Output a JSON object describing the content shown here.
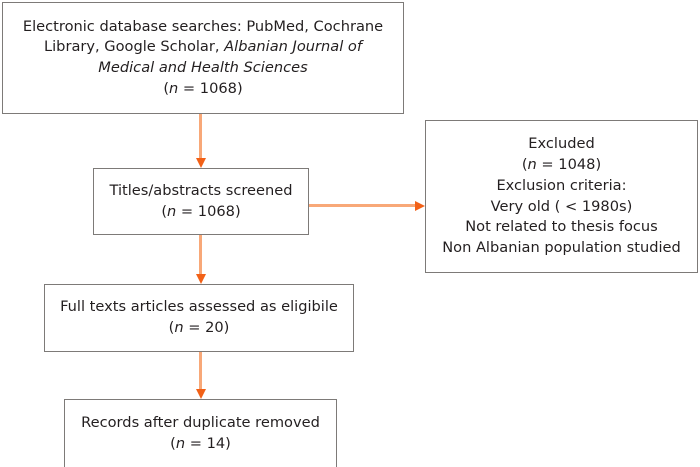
{
  "diagram": {
    "type": "prisma-flow-diagram",
    "colors": {
      "box_border": "#7d7a78",
      "background": "#ffffff",
      "text": "#231f20",
      "arrow_shaft": "#f8a878",
      "arrow_head": "#f26117"
    },
    "nodes": {
      "sources": {
        "id": "sources",
        "lines": [
          "Electronic database searches: PubMed, Cochrane",
          "Library, Google Scholar, ",
          "Albanian Journal of",
          "Medical and Health Sciences",
          "(n = 1068)"
        ],
        "line1": "Electronic database searches: PubMed, Cochrane",
        "line2_plain": "Library, Google Scholar, ",
        "line2_italic": "Albanian Journal of",
        "line3_italic": "Medical and Health Sciences",
        "count_open": "(",
        "count_var": "n",
        "count_rest": " = 1068)",
        "count_label": "(n = 1068)",
        "n_value": 1068
      },
      "screened": {
        "id": "screened",
        "label": "Titles/abstracts screened",
        "count_open": "(",
        "count_var": "n",
        "count_rest": " = 1068)",
        "count_label": "(n = 1068)",
        "n_value": 1068
      },
      "excluded": {
        "id": "excluded",
        "title": "Excluded",
        "count_open": "(",
        "count_var": "n",
        "count_rest": " = 1048)",
        "count_label": "(n = 1048)",
        "n_value": 1048,
        "criteria_heading": "Exclusion criteria:",
        "criteria": [
          "Very old ( < 1980s)",
          "Not related to thesis focus",
          "Non Albanian population studied"
        ]
      },
      "fulltext": {
        "id": "fulltext",
        "label": "Full texts articles assessed as eligibile",
        "count_open": "(",
        "count_var": "n",
        "count_rest": " = 20)",
        "count_label": "(n = 20)",
        "n_value": 20
      },
      "records": {
        "id": "records",
        "label": "Records after duplicate removed",
        "count_open": "(",
        "count_var": "n",
        "count_rest": " = 14)",
        "count_label": "(n = 14)",
        "n_value": 14
      }
    },
    "edges": [
      {
        "id": "sources-screened",
        "from": "sources",
        "to": "screened",
        "direction": "down"
      },
      {
        "id": "screened-excluded",
        "from": "screened",
        "to": "excluded",
        "direction": "right"
      },
      {
        "id": "screened-fulltext",
        "from": "screened",
        "to": "fulltext",
        "direction": "down"
      },
      {
        "id": "fulltext-records",
        "from": "fulltext",
        "to": "records",
        "direction": "down"
      }
    ]
  }
}
